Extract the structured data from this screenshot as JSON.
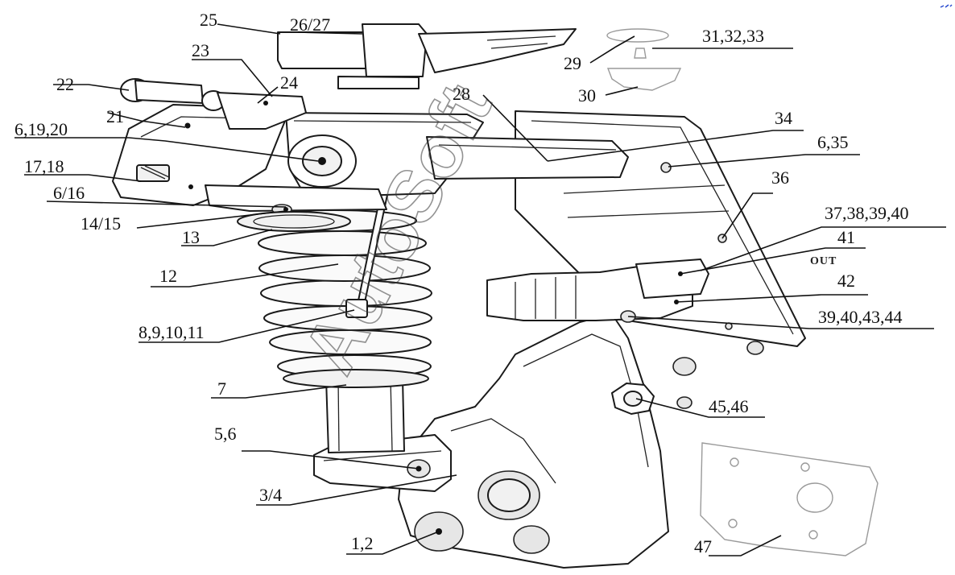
{
  "diagram": {
    "watermark": "AutoSoft",
    "out_marking": "OUT",
    "labels": [
      "1,2",
      "3/4",
      "5,6",
      "6,19,20",
      "6/16",
      "6,35",
      "7",
      "8,9,10,11",
      "12",
      "13",
      "14/15",
      "17,18",
      "21",
      "22",
      "23",
      "24",
      "25",
      "26/27",
      "28",
      "29",
      "30",
      "31,32,33",
      "34",
      "36",
      "37,38,39,40",
      "39,40,43,44",
      "41",
      "42",
      "45,46",
      "47"
    ]
  }
}
